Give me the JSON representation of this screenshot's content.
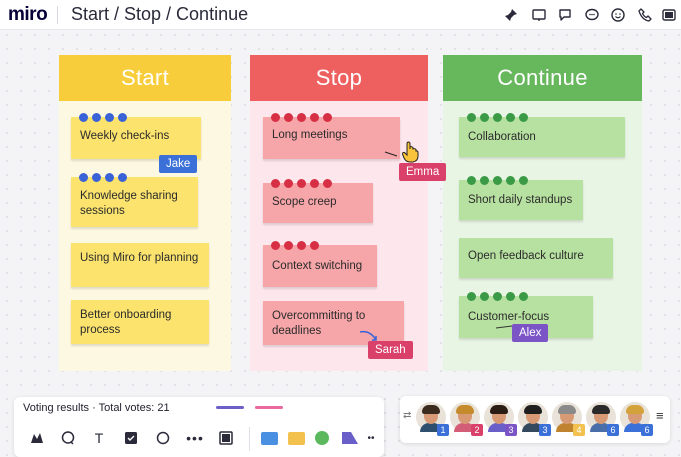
{
  "app": {
    "logo": "miro",
    "board_title": "Start / Stop / Continue"
  },
  "topbar_icons": [
    "pin-icon",
    "present-icon",
    "comment-icon",
    "chat-icon",
    "reaction-icon",
    "call-icon",
    "share-screen-icon"
  ],
  "columns": [
    {
      "title": "Start",
      "color": "#f8cd3c",
      "notes": [
        {
          "text": "Weekly check-ins",
          "votes": 4
        },
        {
          "text": "Knowledge sharing sessions",
          "votes": 4
        },
        {
          "text": "Using Miro for planning",
          "votes": 0
        },
        {
          "text": "Better onboarding process",
          "votes": 0
        }
      ]
    },
    {
      "title": "Stop",
      "color": "#ee5f5f",
      "notes": [
        {
          "text": "Long meetings",
          "votes": 5
        },
        {
          "text": "Scope creep",
          "votes": 5
        },
        {
          "text": "Context switching",
          "votes": 4
        },
        {
          "text": "Overcommitting to deadlines",
          "votes": 0
        }
      ]
    },
    {
      "title": "Continue",
      "color": "#67b85d",
      "notes": [
        {
          "text": "Collaboration",
          "votes": 5
        },
        {
          "text": "Short daily standups",
          "votes": 5
        },
        {
          "text": "Open feedback culture",
          "votes": 0
        },
        {
          "text": "Customer-focus",
          "votes": 5
        }
      ]
    }
  ],
  "cursors": [
    {
      "name": "Jake",
      "color": "#3a70d8"
    },
    {
      "name": "Emma",
      "color": "#d9416a"
    },
    {
      "name": "Sarah",
      "color": "#d9416a"
    },
    {
      "name": "Alex",
      "color": "#7b55c6"
    }
  ],
  "voting": {
    "label": "Voting results",
    "separator": "·",
    "total_label": "Total votes: 21",
    "line_colors": [
      "#6c5fc7",
      "#e86aa0"
    ]
  },
  "toolbar": {
    "tools": [
      "shape-icon",
      "comment-tool-icon",
      "text-tool-icon",
      "sticky-tool-icon",
      "circle-tool-icon",
      "more-icon",
      "frame-icon"
    ],
    "palette": [
      "#4a90e2",
      "#f2c14e",
      "#5cb85c",
      "#6a5fc9"
    ],
    "palette_more": "••"
  },
  "collaborators": [
    {
      "badge": "1",
      "badge_color": "#3a70d8",
      "hair": "#3b2a1e",
      "body": "#2f4f6f"
    },
    {
      "badge": "2",
      "badge_color": "#d9416a",
      "hair": "#c58a2b",
      "body": "#d35c76"
    },
    {
      "badge": "3",
      "badge_color": "#7b55c6",
      "hair": "#2b1d14",
      "body": "#6a5fc9"
    },
    {
      "badge": "3",
      "badge_color": "#3a70d8",
      "hair": "#1f1f1f",
      "body": "#34495e"
    },
    {
      "badge": "4",
      "badge_color": "#f2c14e",
      "hair": "#8a8a8a",
      "body": "#c0842e"
    },
    {
      "badge": "6",
      "badge_color": "#3a70d8",
      "hair": "#2a2a2a",
      "body": "#4a6ea8"
    },
    {
      "badge": "6",
      "badge_color": "#3a70d8",
      "hair": "#d4a23a",
      "body": "#3a70d8"
    }
  ],
  "panel_icons": {
    "handle": "⇄",
    "menu": "≡"
  }
}
